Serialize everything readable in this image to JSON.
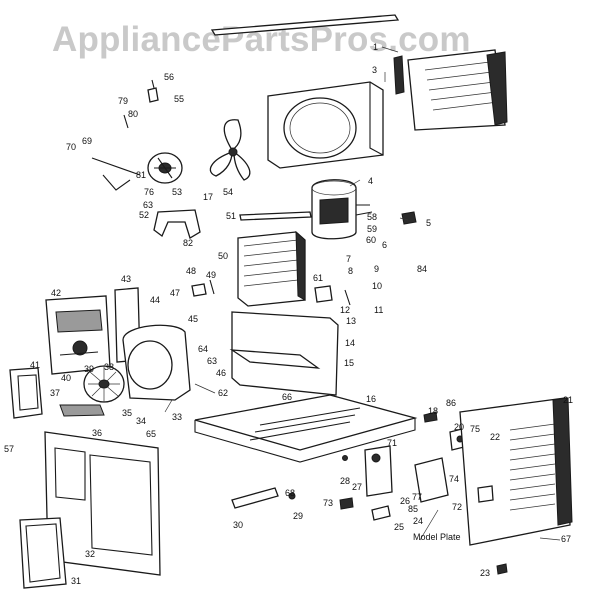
{
  "watermark": "AppliancePartsPros.com",
  "model_plate_label": "Model Plate",
  "labels": [
    {
      "id": "1",
      "text": "1"
    },
    {
      "id": "3",
      "text": "3"
    },
    {
      "id": "4",
      "text": "4"
    },
    {
      "id": "5",
      "text": "5"
    },
    {
      "id": "6",
      "text": "6"
    },
    {
      "id": "7",
      "text": "7"
    },
    {
      "id": "8",
      "text": "8"
    },
    {
      "id": "9",
      "text": "9"
    },
    {
      "id": "10",
      "text": "10"
    },
    {
      "id": "11",
      "text": "11"
    },
    {
      "id": "12",
      "text": "12"
    },
    {
      "id": "13",
      "text": "13"
    },
    {
      "id": "14",
      "text": "14"
    },
    {
      "id": "15",
      "text": "15"
    },
    {
      "id": "16",
      "text": "16"
    },
    {
      "id": "17",
      "text": "17"
    },
    {
      "id": "18",
      "text": "18"
    },
    {
      "id": "20",
      "text": "20"
    },
    {
      "id": "21",
      "text": "21"
    },
    {
      "id": "22",
      "text": "22"
    },
    {
      "id": "23",
      "text": "23"
    },
    {
      "id": "24",
      "text": "24"
    },
    {
      "id": "25",
      "text": "25"
    },
    {
      "id": "26",
      "text": "26"
    },
    {
      "id": "27",
      "text": "27"
    },
    {
      "id": "28",
      "text": "28"
    },
    {
      "id": "29",
      "text": "29"
    },
    {
      "id": "30",
      "text": "30"
    },
    {
      "id": "31",
      "text": "31"
    },
    {
      "id": "32",
      "text": "32"
    },
    {
      "id": "33",
      "text": "33"
    },
    {
      "id": "34",
      "text": "34"
    },
    {
      "id": "35",
      "text": "35"
    },
    {
      "id": "36",
      "text": "36"
    },
    {
      "id": "37",
      "text": "37"
    },
    {
      "id": "38",
      "text": "38"
    },
    {
      "id": "39",
      "text": "39"
    },
    {
      "id": "40",
      "text": "40"
    },
    {
      "id": "41",
      "text": "41"
    },
    {
      "id": "42",
      "text": "42"
    },
    {
      "id": "43",
      "text": "43"
    },
    {
      "id": "44",
      "text": "44"
    },
    {
      "id": "45",
      "text": "45"
    },
    {
      "id": "46",
      "text": "46"
    },
    {
      "id": "47",
      "text": "47"
    },
    {
      "id": "48",
      "text": "48"
    },
    {
      "id": "49",
      "text": "49"
    },
    {
      "id": "50",
      "text": "50"
    },
    {
      "id": "51",
      "text": "51"
    },
    {
      "id": "52",
      "text": "52"
    },
    {
      "id": "53",
      "text": "53"
    },
    {
      "id": "54",
      "text": "54"
    },
    {
      "id": "55",
      "text": "55"
    },
    {
      "id": "56",
      "text": "56"
    },
    {
      "id": "57",
      "text": "57"
    },
    {
      "id": "58",
      "text": "58"
    },
    {
      "id": "59",
      "text": "59"
    },
    {
      "id": "60",
      "text": "60"
    },
    {
      "id": "61",
      "text": "61"
    },
    {
      "id": "62",
      "text": "62"
    },
    {
      "id": "63a",
      "text": "63"
    },
    {
      "id": "63b",
      "text": "63"
    },
    {
      "id": "64",
      "text": "64"
    },
    {
      "id": "65",
      "text": "65"
    },
    {
      "id": "66",
      "text": "66"
    },
    {
      "id": "67",
      "text": "67"
    },
    {
      "id": "68",
      "text": "68"
    },
    {
      "id": "69",
      "text": "69"
    },
    {
      "id": "70",
      "text": "70"
    },
    {
      "id": "71",
      "text": "71"
    },
    {
      "id": "72",
      "text": "72"
    },
    {
      "id": "73",
      "text": "73"
    },
    {
      "id": "74",
      "text": "74"
    },
    {
      "id": "75",
      "text": "75"
    },
    {
      "id": "76",
      "text": "76"
    },
    {
      "id": "77",
      "text": "77"
    },
    {
      "id": "79",
      "text": "79"
    },
    {
      "id": "80",
      "text": "80"
    },
    {
      "id": "81",
      "text": "81"
    },
    {
      "id": "82",
      "text": "82"
    },
    {
      "id": "84",
      "text": "84"
    },
    {
      "id": "85",
      "text": "85"
    },
    {
      "id": "86",
      "text": "86"
    }
  ]
}
